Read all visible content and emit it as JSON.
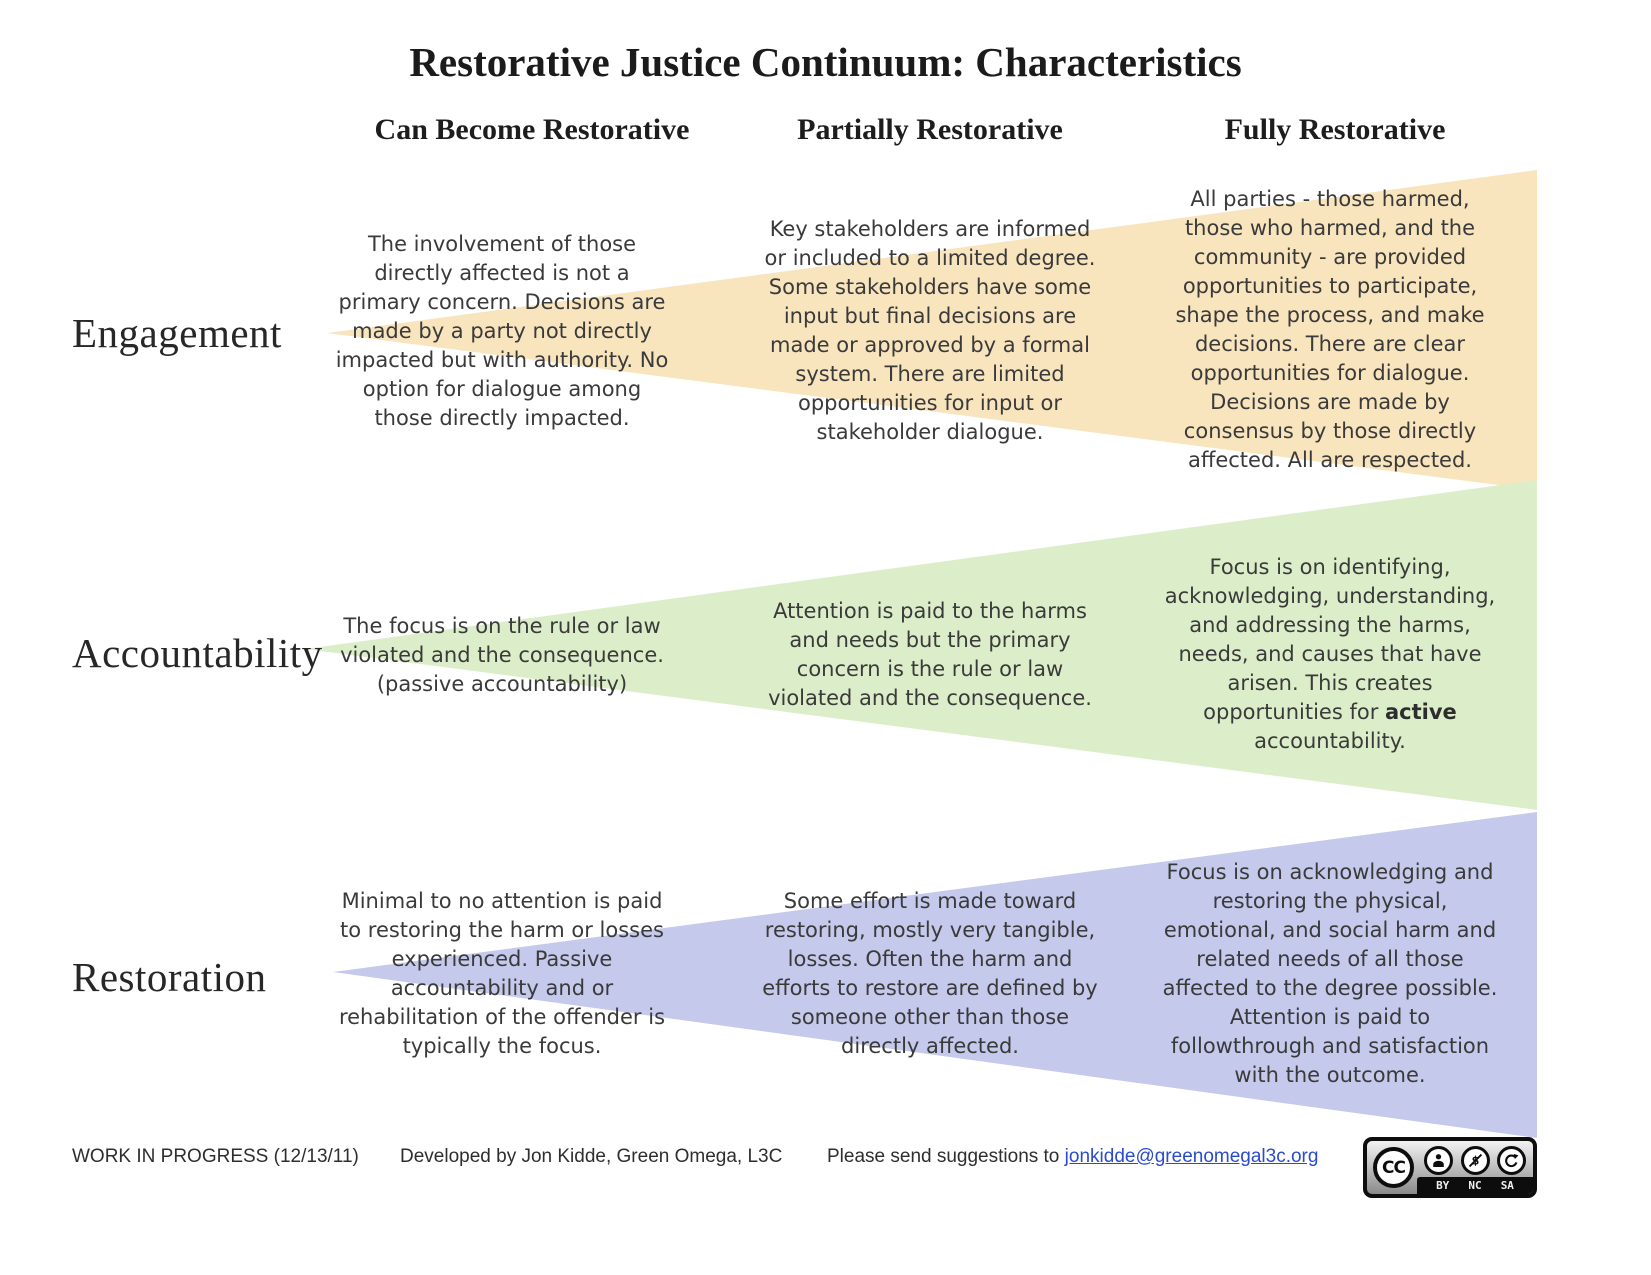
{
  "title": "Restorative Justice Continuum: Characteristics",
  "columns": [
    {
      "label": "Can Become Restorative"
    },
    {
      "label": "Partially Restorative"
    },
    {
      "label": "Fully Restorative"
    }
  ],
  "rows": [
    {
      "label": "Engagement",
      "color": "#f8e4bd",
      "cells": [
        "The involvement of those\ndirectly affected is not a\nprimary concern. Decisions are\nmade by a party not directly\nimpacted but with authority. No\noption for dialogue among\nthose directly impacted.",
        "Key stakeholders are informed\nor included to a limited degree.\nSome stakeholders have some\ninput but final decisions are\nmade or approved by a formal\nsystem. There are limited\nopportunities for input or\nstakeholder dialogue.",
        "All parties - those harmed,\nthose who harmed, and the\ncommunity - are provided\nopportunities to participate,\nshape the process, and make\ndecisions. There are clear\nopportunities for dialogue.\nDecisions are made by\nconsensus by those directly\naffected. All are respected."
      ]
    },
    {
      "label": "Accountability",
      "color": "#dceec9",
      "cells": [
        "The focus is on the rule or law\nviolated and the consequence.\n(passive accountability)",
        "Attention is paid to the harms\nand needs but the primary\nconcern is the rule or law\nviolated and the consequence.",
        {
          "before": "Focus is on identifying,\nacknowledging, understanding,\nand addressing the harms,\nneeds, and causes that have\narisen. This creates\nopportunities for ",
          "bold": "active",
          "after": "\naccountability."
        }
      ]
    },
    {
      "label": "Restoration",
      "color": "#c5c9ec",
      "cells": [
        "Minimal to no attention is paid\nto restoring the harm or losses\nexperienced. Passive\naccountability and or\nrehabilitation of the offender is\ntypically the focus.",
        "Some effort is made toward\nrestoring, mostly very tangible,\nlosses. Often the harm and\nefforts to restore are defined by\nsomeone other than those\ndirectly affected.",
        "Focus is on acknowledging and\nrestoring the physical,\nemotional, and social harm and\nrelated needs of all those\naffected to the degree possible.\nAttention is paid to\nfollowthrough and satisfaction\nwith the outcome."
      ]
    }
  ],
  "footer": {
    "status": "WORK IN PROGRESS (12/13/11)",
    "credit": "Developed by Jon Kidde, Green Omega, L3C",
    "suggestion_text": "Please send suggestions to ",
    "email": "jonkidde@greenomegal3c.org",
    "link_color": "#2a4bce"
  },
  "license": {
    "cc": "CC",
    "by": "BY",
    "nc": "NC",
    "sa": "SA"
  }
}
